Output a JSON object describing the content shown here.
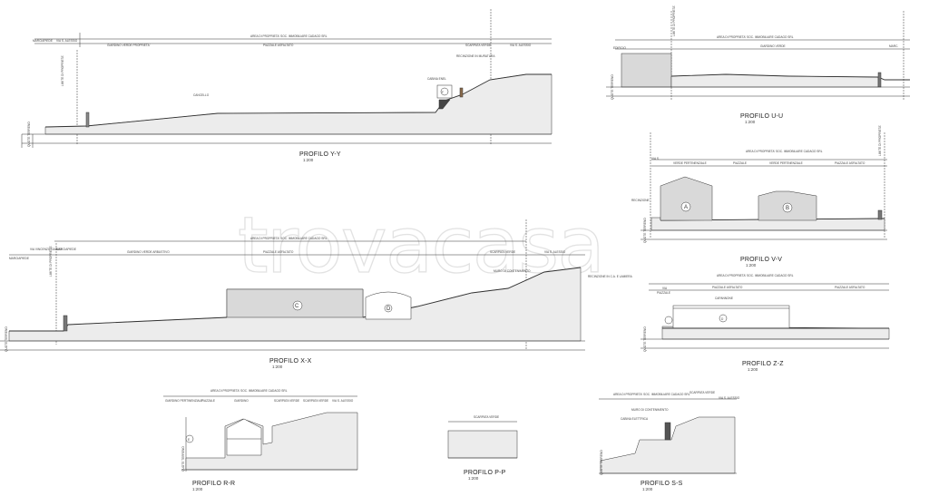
{
  "watermark": "trovacasa",
  "profiles": {
    "yy": {
      "title": "PROFILO Y-Y",
      "scale": "1:200",
      "area_label": "AREA DI PROPRIETA' SOC. IMMOBILIARE CADAGO SRL",
      "zone_labels": [
        "MARCIAPIEDE",
        "VIA S. ALESSIO",
        "GIARDINO VERDE PROPRIETA'",
        "PIAZZALE ASFALTATO",
        "SCARPATA VERDE",
        "VIA S. ALESSIO"
      ],
      "misc_labels": [
        "LIMITE DI PROPRIETA'",
        "CANCELLO",
        "CABINA ENEL",
        "RECINZIONE IN MURATURA"
      ],
      "side_label": "QUOTE TERRENO",
      "node_letter": "F"
    },
    "uu": {
      "title": "PROFILO U-U",
      "scale": "1:200",
      "area_label": "AREA DI PROPRIETA' SOC. IMMOBILIARE CADAGO SRL",
      "zone_labels": [
        "EDIFICIO",
        "GIARDINO VERDE",
        "MARC."
      ],
      "misc_labels": [
        "LIMITE DI PROPRIETA'"
      ],
      "side_label": "QUOTE TERRENO"
    },
    "vv": {
      "title": "PROFILO V-V",
      "scale": "1:200",
      "area_label": "AREA DI PROPRIETA' SOC. IMMOBILIARE CADAGO SRL",
      "zone_labels": [
        "VIA S.",
        "VERDE PERTINENZIALE",
        "PIAZZALE",
        "VERDE PERTINENZIALE",
        "PIAZZALE ASFALTATO"
      ],
      "misc_labels": [
        "RECINZIONE",
        "LIMITE DI PROPRIETA'"
      ],
      "side_label": "QUOTE TERRENO",
      "building_a": "A",
      "building_b": "B"
    },
    "xx": {
      "title": "PROFILO X-X",
      "scale": "1:200",
      "area_label": "AREA DI PROPRIETA' SOC. IMMOBILIARE CADAGO SRL",
      "zone_labels": [
        "MARCIAPIEDE",
        "VIA VINCENZO GAGNO",
        "MARCIAPIEDE",
        "GIARDINO VERDE ARBUSTIVO",
        "PIAZZALE ASFALTATO",
        "SCARPATA VERDE",
        "VIA S. ALESSIO"
      ],
      "misc_labels": [
        "LIMITE DI PROPRIETA'",
        "MURO DI CONTENIMENTO",
        "RECINZIONE IN C.A. E LAMIERA"
      ],
      "side_label": "QUOTE TERRENO",
      "building_c": "C",
      "building_d": "D"
    },
    "zz": {
      "title": "PROFILO Z-Z",
      "scale": "1:200",
      "area_label": "AREA DI PROPRIETA' SOC. IMMOBILIARE CADAGO SRL",
      "zone_labels": [
        "VIA",
        "PIAZZALE",
        "PIAZZALE ASFALTATO",
        "PIAZZALE ASFALTATO"
      ],
      "misc_labels": [
        "CAPANNONE"
      ],
      "side_label": "QUOTE TERRENO",
      "node_letter": "D"
    },
    "rr": {
      "title": "PROFILO R-R",
      "scale": "1:200",
      "area_label": "AREA DI PROPRIETA' SOC. IMMOBILIARE CADAGO SRL",
      "zone_labels": [
        "GIARDINO PERTINENZIALE",
        "PIAZZALE",
        "GIARDINO",
        "SCARPATA VERDE",
        "SCARPATA VERDE",
        "VIA S. ALESSIO"
      ],
      "misc_labels": [],
      "side_label": "QUOTE TERRENO",
      "node_letter": "E"
    },
    "pp": {
      "title": "PROFILO P-P",
      "scale": "1:200",
      "area_label": "SCARPATA VERDE"
    },
    "ss": {
      "title": "PROFILO S-S",
      "scale": "1:200",
      "area_label": "AREA DI PROPRIETA' SOC. IMMOBILIARE CADAGO SRL",
      "zone_labels": [
        "SCARPATA VERDE",
        "VIA S. ALESSIO"
      ],
      "misc_labels": [
        "MURO DI CONTENIMENTO",
        "CABINA ELETTRICA"
      ],
      "side_label": "QUOTE TERRENO"
    }
  },
  "colors": {
    "ink": "#333333",
    "fill": "#ececec",
    "building": "#d9d9d9",
    "watermark": "#e2e2e2"
  }
}
